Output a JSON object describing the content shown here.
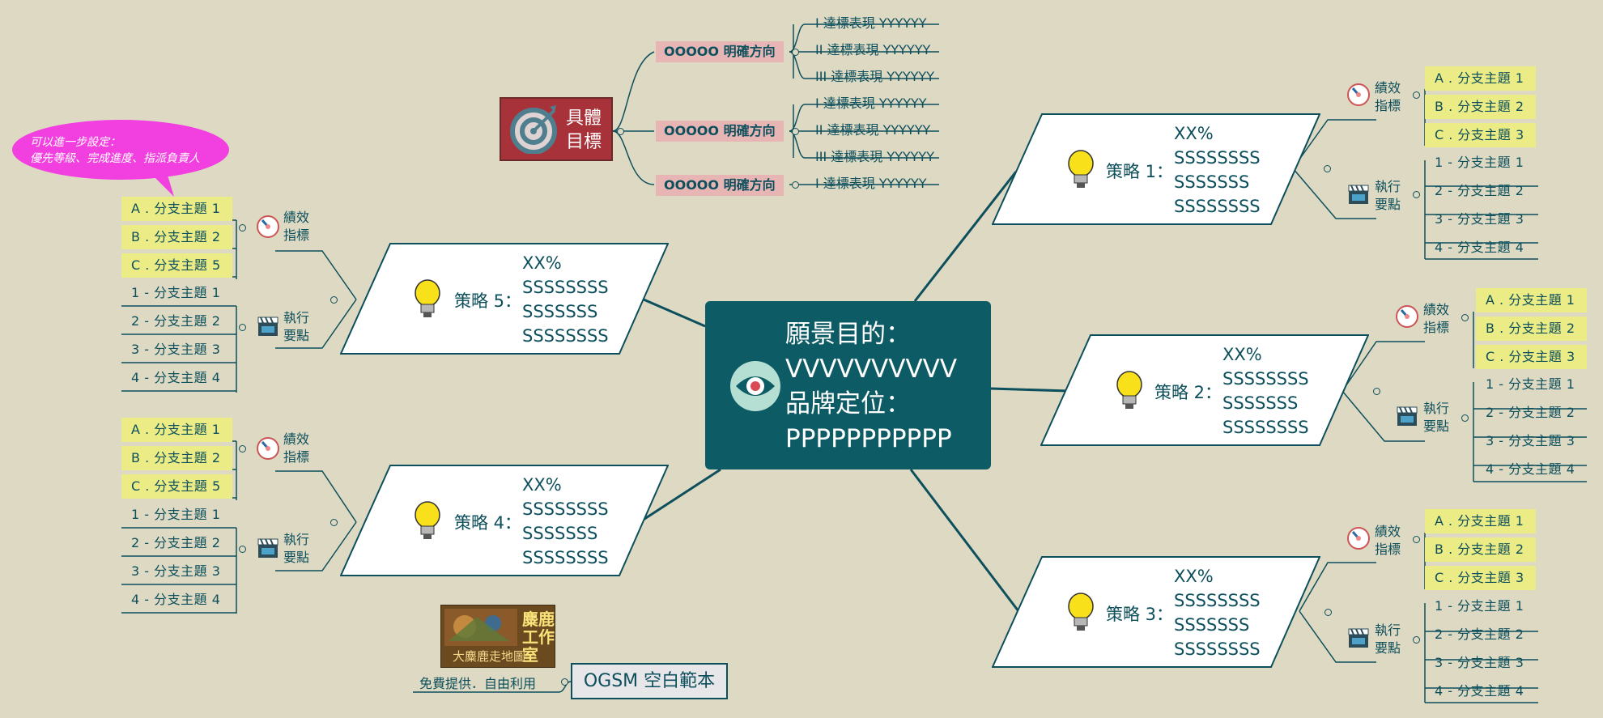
{
  "center": {
    "title_line1": "願景目的：",
    "title_line2": "VVVVVVVVVV",
    "title_line3": "品牌定位：",
    "title_line4": "PPPPPPPPPPP"
  },
  "goal": {
    "label_line1": "具體",
    "label_line2": "目標"
  },
  "directions": [
    {
      "label": "OOOOO 明確方向",
      "items": [
        "I 達標表現 YYYYYY",
        "II 達標表現 YYYYYY",
        "III 達標表現 YYYYYY"
      ]
    },
    {
      "label": "OOOOO 明確方向",
      "items": [
        "I 達標表現 YYYYYY",
        "II 達標表現 YYYYYY",
        "III 達標表現 YYYYYY"
      ]
    },
    {
      "label": "OOOOO 明確方向",
      "items": [
        "I 達標表現 YYYYYY"
      ]
    }
  ],
  "strategies": {
    "s1": {
      "label": "策略 1：",
      "text": [
        "XX%",
        "SSSSSSSS",
        "SSSSSSS",
        "SSSSSSSS"
      ],
      "kpi_label1": "績效",
      "kpi_label2": "指標",
      "exec_label1": "執行",
      "exec_label2": "要點",
      "kpi": [
        "A . 分支主題 1",
        "B . 分支主題 2",
        "C . 分支主題 3"
      ],
      "exec": [
        "1 - 分支主題 1",
        "2 - 分支主題 2",
        "3 - 分支主題 3",
        "4 - 分支主題 4"
      ]
    },
    "s2": {
      "label": "策略 2：",
      "text": [
        "XX%",
        "SSSSSSSS",
        "SSSSSSS",
        "SSSSSSSS"
      ],
      "kpi_label1": "績效",
      "kpi_label2": "指標",
      "exec_label1": "執行",
      "exec_label2": "要點",
      "kpi": [
        "A . 分支主題 1",
        "B . 分支主題 2",
        "C . 分支主題 3"
      ],
      "exec": [
        "1 - 分支主題 1",
        "2 - 分支主題 2",
        "3 - 分支主題 3",
        "4 - 分支主題 4"
      ]
    },
    "s3": {
      "label": "策略 3：",
      "text": [
        "XX%",
        "SSSSSSSS",
        "SSSSSSS",
        "SSSSSSSS"
      ],
      "kpi_label1": "績效",
      "kpi_label2": "指標",
      "exec_label1": "執行",
      "exec_label2": "要點",
      "kpi": [
        "A . 分支主題 1",
        "B . 分支主題 2",
        "C . 分支主題 3"
      ],
      "exec": [
        "1 - 分支主題 1",
        "2 - 分支主題 2",
        "3 - 分支主題 3",
        "4 - 分支主題 4"
      ]
    },
    "s4": {
      "label": "策略 4：",
      "text": [
        "XX%",
        "SSSSSSSS",
        "SSSSSSS",
        "SSSSSSSS"
      ],
      "kpi_label1": "績效",
      "kpi_label2": "指標",
      "exec_label1": "執行",
      "exec_label2": "要點",
      "kpi": [
        "A . 分支主題 1",
        "B . 分支主題 2",
        "C . 分支主題 5"
      ],
      "exec": [
        "1 - 分支主題 1",
        "2 - 分支主題 2",
        "3 - 分支主題 3",
        "4 - 分支主題 4"
      ]
    },
    "s5": {
      "label": "策略 5：",
      "text": [
        "XX%",
        "SSSSSSSS",
        "SSSSSSS",
        "SSSSSSSS"
      ],
      "kpi_label1": "績效",
      "kpi_label2": "指標",
      "exec_label1": "執行",
      "exec_label2": "要點",
      "kpi": [
        "A . 分支主題 1",
        "B . 分支主題 2",
        "C . 分支主題 5"
      ],
      "exec": [
        "1 - 分支主題 1",
        "2 - 分支主題 2",
        "3 - 分支主題 3",
        "4 - 分支主題 4"
      ]
    }
  },
  "note": {
    "line1": "可以進一步設定：",
    "line2": "優先等級、完成進度、指派負責人"
  },
  "footer": {
    "title": "OGSM 空白範本",
    "credit": "免費提供．自由利用",
    "logo_text": "大麋鹿走地圖",
    "logo_title1": "麋鹿",
    "logo_title2": "工作室"
  },
  "colors": {
    "background": "#ddd9c3",
    "center": "#0d5b65",
    "line": "#0d4f5c",
    "kpi_highlight": "#ecec86",
    "direction": "#e7b6b4",
    "goal": "#a8323a",
    "note": "#f23fe0"
  },
  "icons": {
    "strategy": "lightbulb-icon",
    "kpi": "gauge-icon",
    "exec": "clapperboard-icon",
    "center": "eye-icon",
    "goal": "target-icon"
  }
}
